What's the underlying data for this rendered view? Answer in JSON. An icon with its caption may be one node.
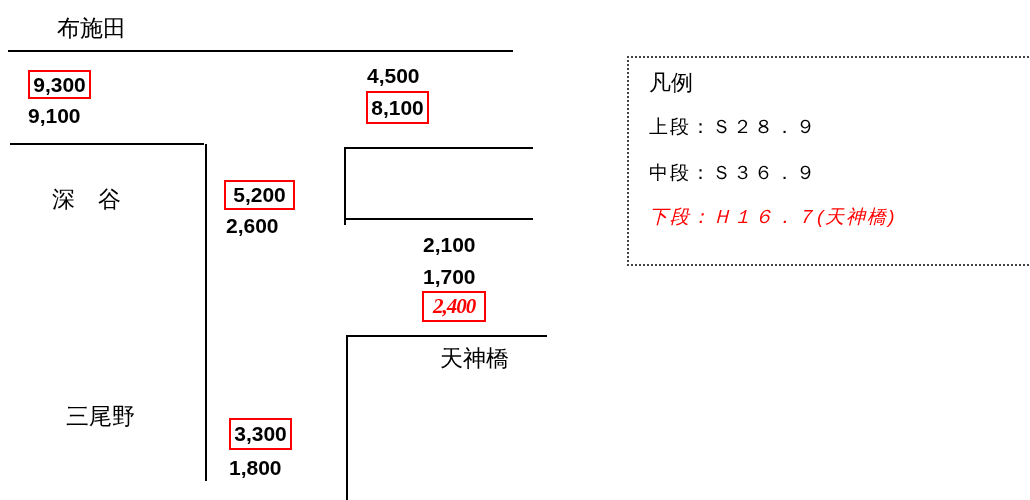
{
  "diagram": {
    "nodes": [
      {
        "text": [
          "9,300"
        ]
      },
      {
        "text": [
          "8,100"
        ]
      },
      {
        "text": [
          "5,200"
        ]
      },
      {
        "text": [
          "2,400"
        ]
      },
      {
        "text": [
          "3,300"
        ]
      },
      {
        "text": [
          "凡例",
          "上段：Ｓ２８．９",
          "中段：Ｓ３６．９",
          "下段：Ｈ１６．７(天神橋)"
        ]
      }
    ],
    "edges": [],
    "labels": [
      "布施田",
      "4,500",
      "9,100",
      "深　谷",
      "2,600",
      "2,100",
      "1,700",
      "天神橋",
      "三尾野",
      "1,800"
    ]
  }
}
